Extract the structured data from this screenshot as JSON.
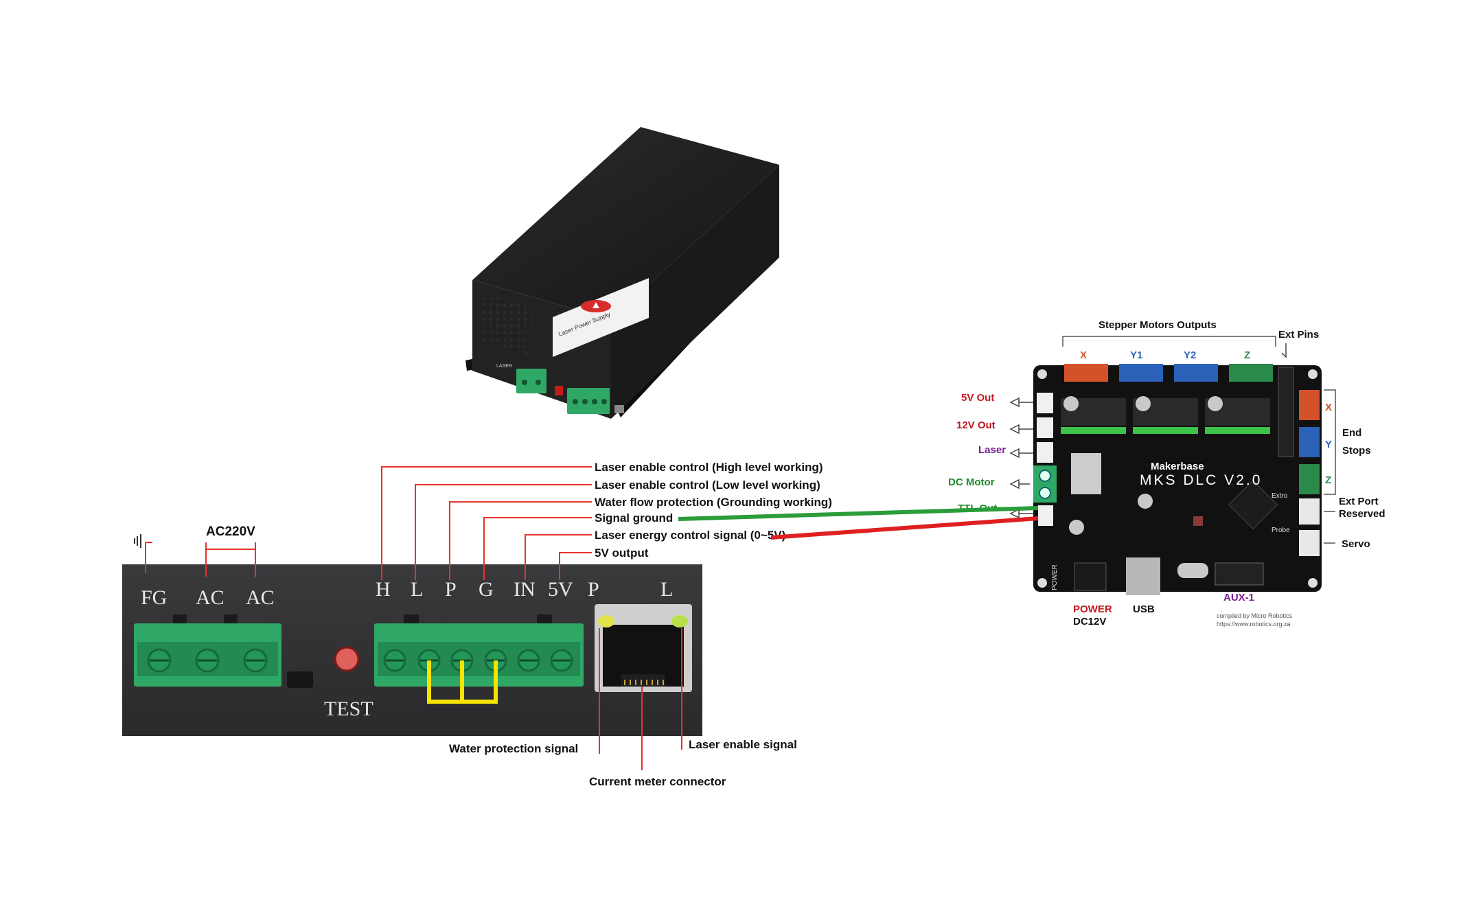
{
  "psu_panel": {
    "ac_heading": "AC220V",
    "ac_terminals": [
      "FG",
      "AC",
      "AC"
    ],
    "signal_terminals": [
      "H",
      "L",
      "P",
      "G",
      "IN",
      "5V"
    ],
    "led_labels": [
      "P",
      "L"
    ],
    "test_label": "TEST",
    "pin_annotations": [
      "Laser enable control (High level working)",
      "Laser enable control (Low level working)",
      "Water flow protection (Grounding working)",
      "Signal ground",
      "Laser energy control signal (0~5V)",
      "5V output"
    ],
    "bottom_annotations": {
      "water": "Water protection signal",
      "meter": "Current meter connector",
      "enable": "Laser enable signal"
    }
  },
  "psu_box": {
    "label_text": "Laser Power Supply",
    "port_text": "LASER"
  },
  "board": {
    "brand": "Makerbase",
    "model": "MKS DLC V2.0",
    "heading_stepper": "Stepper Motors Outputs",
    "heading_ext": "Ext Pins",
    "stepper_outputs": [
      "X",
      "Y1",
      "Y2",
      "Z"
    ],
    "endstops": [
      "X",
      "Y",
      "Z"
    ],
    "endstops_label": "End Stops",
    "left_labels": [
      "5V Out",
      "12V Out",
      "Laser",
      "DC Motor",
      "TTL Out"
    ],
    "right_labels": [
      "Ext Port Reserved",
      "Servo"
    ],
    "bottom_labels": {
      "power": "POWER",
      "power_sub": "DC12V",
      "usb": "USB",
      "aux": "AUX-1"
    },
    "silk_power": "POWER",
    "silk_extro": "Extro",
    "silk_probe": "Probe",
    "credit_line1": "compiled by Micro Robotics",
    "credit_line2": "https://www.robotics.org.za"
  },
  "colors": {
    "annotation_line": "#e8322a",
    "ground_wire": "#2a9d3a",
    "signal_wire": "#e02020",
    "jumper": "#f5e400",
    "terminal_green": "#2fa866",
    "x_axis": "#d4522a",
    "y_axis": "#2b62b8",
    "z_axis": "#2a8a4a",
    "laser_purple": "#7a1f8f",
    "power_red": "#c4161c",
    "dc_motor_green": "#1f8a2a"
  }
}
